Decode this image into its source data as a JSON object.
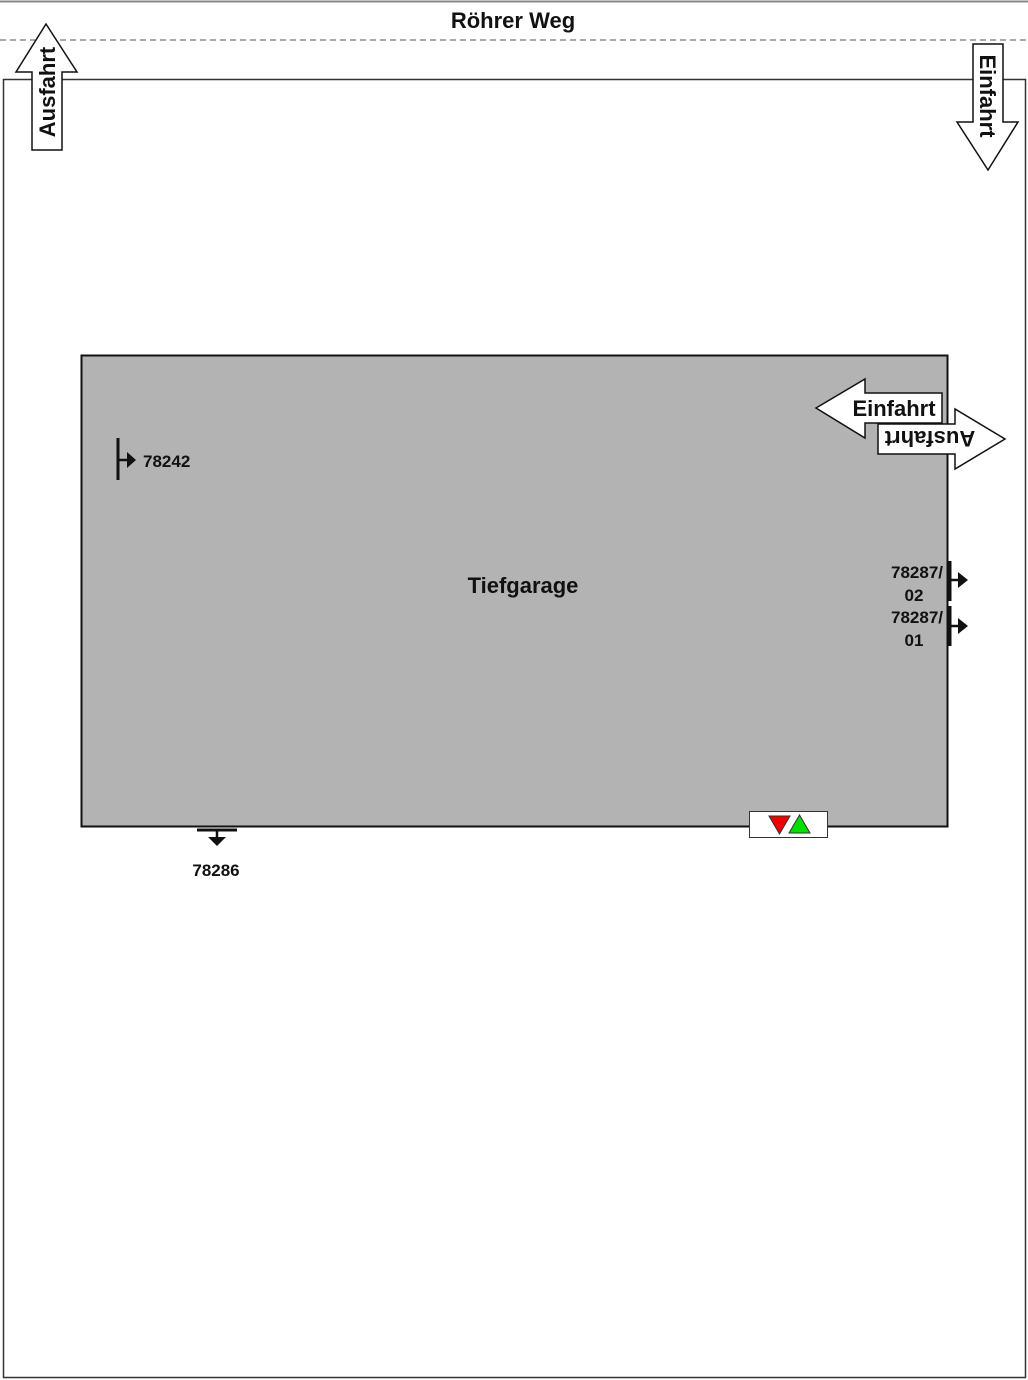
{
  "street": {
    "name": "Röhrer Weg"
  },
  "street_arrows": {
    "exit_label": "Ausfahrt",
    "entry_label": "Einfahrt"
  },
  "garage": {
    "label": "Tiefgarage",
    "entry_label": "Einfahrt",
    "exit_label": "Ausfahrt",
    "fill_color": "#b3b3b3"
  },
  "markers": {
    "m78242": "78242",
    "m78287_02_line1": "78287/",
    "m78287_02_line2": "02",
    "m78287_01_line1": "78287/",
    "m78287_01_line2": "01",
    "m78286": "78286"
  },
  "indicator": {
    "down_color": "#ee0000",
    "up_color": "#00dd00"
  }
}
